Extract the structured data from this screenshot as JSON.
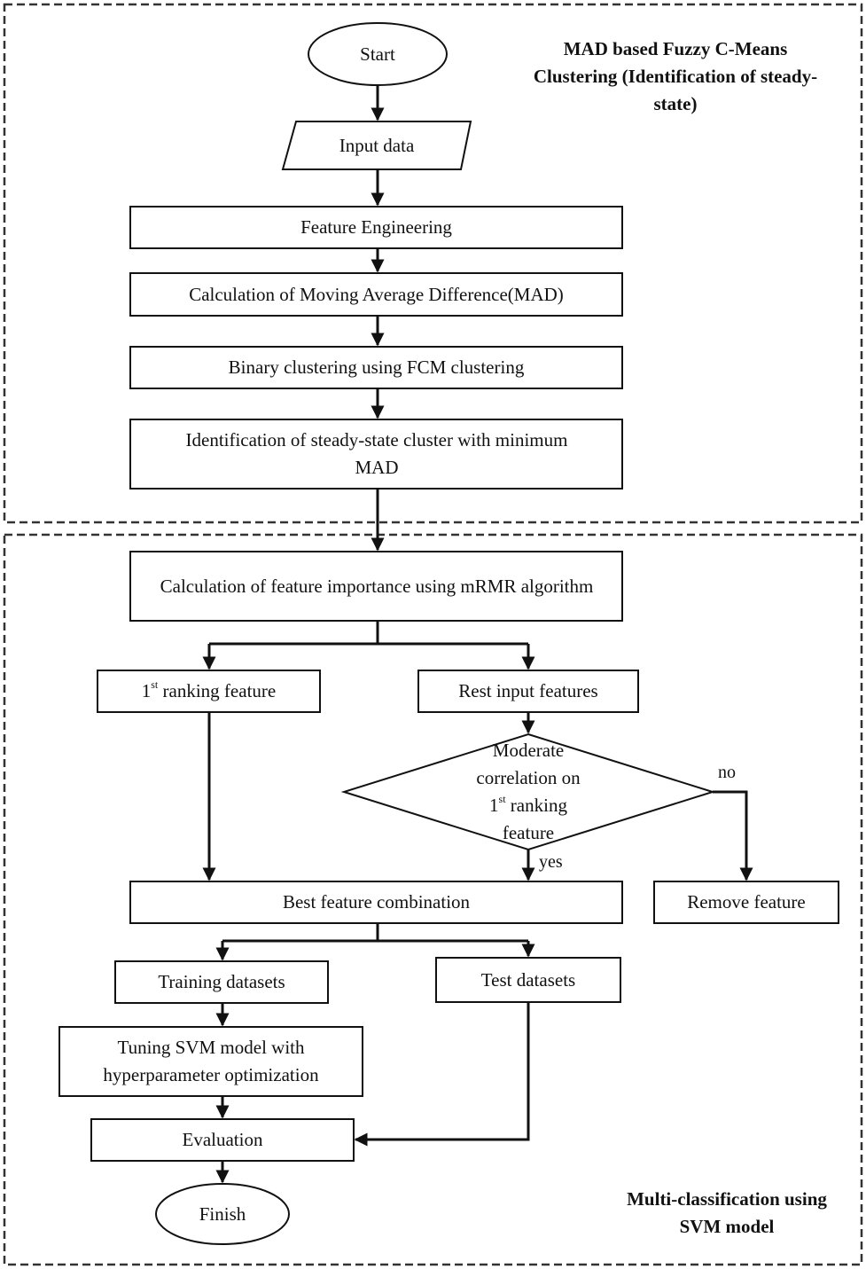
{
  "sections": {
    "top_title": "MAD based Fuzzy C-Means Clustering (Identification of steady-state)",
    "bottom_title": "Multi-classification using SVM model"
  },
  "nodes": {
    "start": "Start",
    "input_data": "Input data",
    "feature_engineering": "Feature Engineering",
    "mad_calc": "Calculation of Moving Average Difference(MAD)",
    "binary_clustering": "Binary clustering using FCM clustering",
    "steady_state": "Identification of  steady-state cluster with minimum MAD",
    "mrmr": "Calculation of feature importance using mRMR algorithm",
    "first_rank_prefix": "1",
    "first_rank_sup": "st",
    "first_rank_rest": " ranking feature",
    "rest_input": "Rest input features",
    "decision_line1": "Moderate",
    "decision_line2": "correlation on",
    "decision_line3_prefix": "1",
    "decision_line3_sup": "st",
    "decision_line3_rest": " ranking",
    "decision_line4": "feature",
    "remove_feature": "Remove feature",
    "best_combination": "Best feature combination",
    "training": "Training datasets",
    "test": "Test datasets",
    "tuning": "Tuning SVM model with hyperparameter optimization",
    "evaluation": "Evaluation",
    "finish": "Finish"
  },
  "edges": {
    "no": "no",
    "yes": "yes"
  }
}
